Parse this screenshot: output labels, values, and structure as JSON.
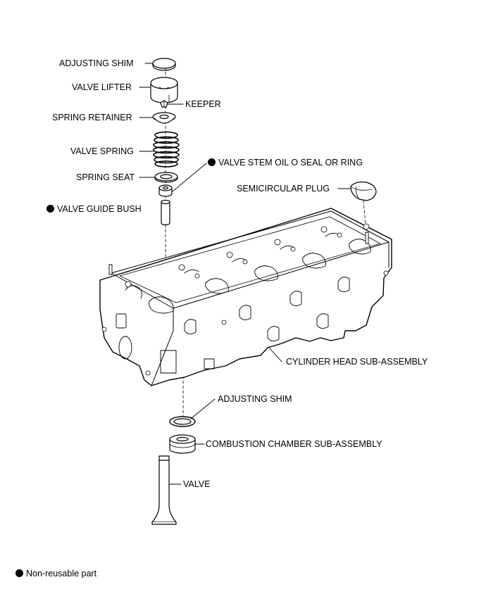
{
  "labels": {
    "adjusting_shim_top": "ADJUSTING SHIM",
    "valve_lifter": "VALVE LIFTER",
    "keeper": "KEEPER",
    "spring_retainer": "SPRING RETAINER",
    "valve_spring": "VALVE SPRING",
    "valve_stem_oil_seal": "VALVE STEM OIL O SEAL OR RING",
    "spring_seat": "SPRING SEAT",
    "semicircular_plug": "SEMICIRCULAR PLUG",
    "valve_guide_bush": "VALVE GUIDE BUSH",
    "cylinder_head": "CYLINDER HEAD SUB-ASSEMBLY",
    "adjusting_shim_bottom": "ADJUSTING SHIM",
    "combustion_chamber": "COMBUSTION CHAMBER SUB-ASSEMBLY",
    "valve": "VALVE"
  },
  "legend": {
    "non_reusable": "Non-reusable part"
  }
}
